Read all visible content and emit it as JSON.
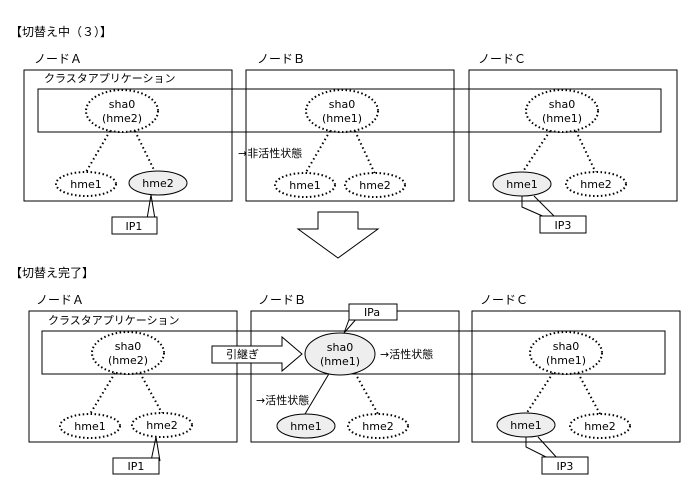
{
  "phase1": {
    "title": "【切替え中（３）】",
    "node_a": "ノードＡ",
    "node_b": "ノードＢ",
    "node_c": "ノードＣ",
    "cluster_app": "クラスタアプリケーション",
    "a_sha0": "sha0",
    "a_sha0_sub": "(hme2)",
    "b_sha0": "sha0",
    "b_sha0_sub": "(hme1)",
    "c_sha0": "sha0",
    "c_sha0_sub": "(hme1)",
    "hme1": "hme1",
    "hme2": "hme2",
    "inactive_note": "→非活性状態",
    "ip_a": "IP1",
    "ip_c": "IP3"
  },
  "phase2": {
    "title": "【切替え完了】",
    "node_a": "ノードＡ",
    "node_b": "ノードＢ",
    "node_c": "ノードＣ",
    "cluster_app": "クラスタアプリケーション",
    "a_sha0": "sha0",
    "a_sha0_sub": "(hme2)",
    "b_sha0": "sha0",
    "b_sha0_sub": "(hme1)",
    "c_sha0": "sha0",
    "c_sha0_sub": "(hme1)",
    "hme1": "hme1",
    "hme2": "hme2",
    "takeover": "引継ぎ",
    "active_note_sha": "→活性状態",
    "active_note_hme": "→活性状態",
    "ip_a": "IP1",
    "ip_b": "IPa",
    "ip_c": "IP3"
  },
  "colors": {
    "active_fill": "#eeeeee",
    "line": "#000000"
  }
}
